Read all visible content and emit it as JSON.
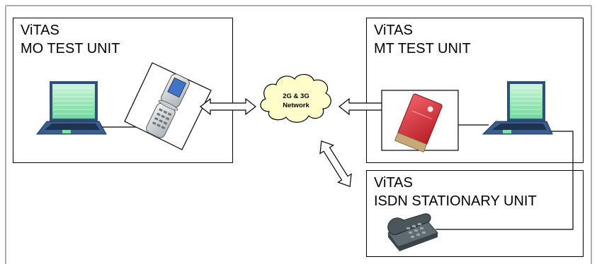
{
  "units": {
    "mo": {
      "line1": "ViTAS",
      "line2": "MO TEST UNIT"
    },
    "mt": {
      "line1": "ViTAS",
      "line2": "MT TEST UNIT"
    },
    "isdn": {
      "line1": "ViTAS",
      "line2": "ISDN STATIONARY UNIT"
    }
  },
  "network": {
    "line1": "2G & 3G",
    "line2": "Network"
  },
  "colors": {
    "screen": "#7fe0a8",
    "laptop_body": "#3a5f8f",
    "cloud_fill": "#ffffcc",
    "datacard_red": "#d8262c",
    "phone_gray": "#5f6b70"
  },
  "icons": {
    "mo_laptop": "laptop-icon",
    "mo_phone": "flip-phone-icon",
    "mt_datacard": "pc-datacard-icon",
    "mt_laptop": "laptop-icon",
    "isdn_phone": "desk-phone-icon",
    "cloud": "cloud-icon",
    "arrows": "double-arrow-icon"
  }
}
